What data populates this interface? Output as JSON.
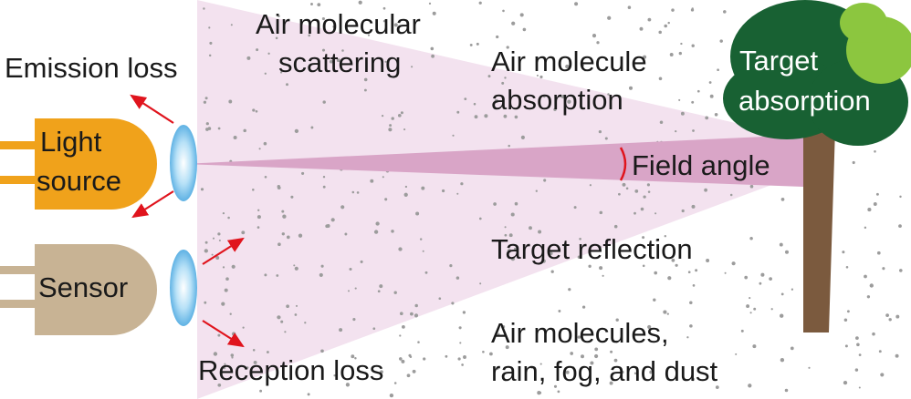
{
  "labels": {
    "emission_loss": "Emission loss",
    "air_molecular_scattering_1": "Air molecular",
    "air_molecular_scattering_2": "scattering",
    "air_molecule_absorption_1": "Air molecule",
    "air_molecule_absorption_2": "absorption",
    "target_absorption_1": "Target",
    "target_absorption_2": "absorption",
    "light_source_1": "Light",
    "light_source_2": "source",
    "field_angle": "Field angle",
    "sensor": "Sensor",
    "target_reflection": "Target reflection",
    "reception_loss": "Reception loss",
    "air_particles_1": "Air molecules,",
    "air_particles_2": "rain, fog, and dust"
  },
  "colors": {
    "light_source": "#f0a21b",
    "sensor": "#c8b394",
    "lens": "#a8d8f4",
    "beam_wide": "#f3e2ef",
    "beam_narrow": "#d9a5c7",
    "arrow": "#e0141d",
    "trunk": "#7b5a3e",
    "canopy_dark": "#186133",
    "canopy_light": "#8cc63f",
    "dots": "#9c9c9c"
  }
}
